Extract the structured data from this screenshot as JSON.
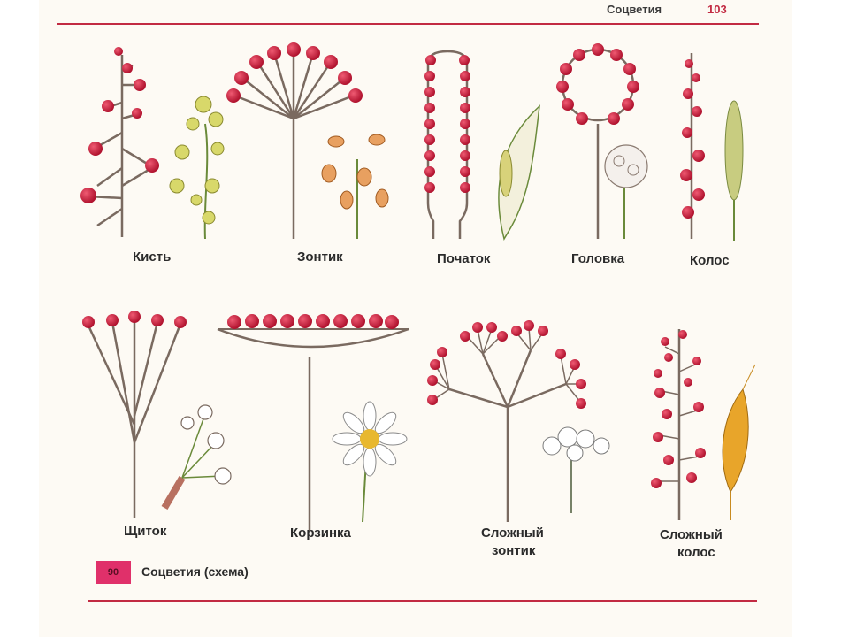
{
  "header": {
    "title": "Соцветия",
    "page_number": "103"
  },
  "labels": {
    "kist": "Кисть",
    "zontik": "Зонтик",
    "pochatok": "Початок",
    "golovka": "Головка",
    "kolos": "Колос",
    "shchitok": "Щиток",
    "korzinka": "Корзинка",
    "slozhny_zontik_1": "Сложный",
    "slozhny_zontik_2": "зонтик",
    "slozhny_kolos_1": "Сложный",
    "slozhny_kolos_2": "колос"
  },
  "figure": {
    "number": "90",
    "caption": "Соцветия (схема)"
  },
  "colors": {
    "flower_red": "#c8203e",
    "stem": "#7a6a60",
    "rule": "#c22a42",
    "badge": "#e0306a"
  }
}
